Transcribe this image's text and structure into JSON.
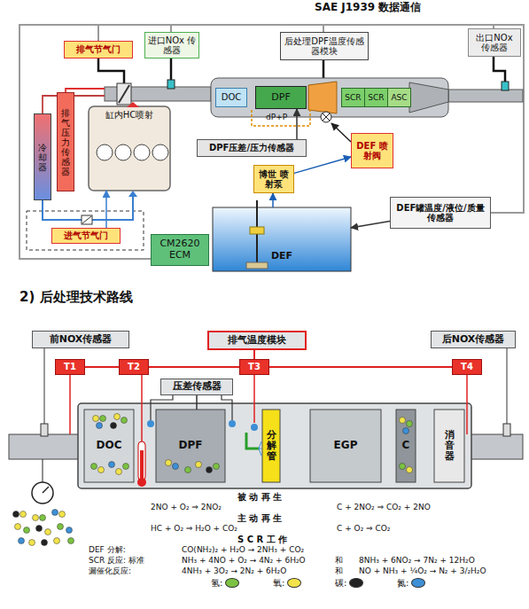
{
  "diagram": {
    "nodes": [
      {
        "text": [
          "排气节气门"
        ]
      },
      {
        "text": [
          "进口NOx 传感器"
        ]
      },
      {
        "text": [
          "后处理DPF温度传感器模块"
        ]
      },
      {
        "text": [
          "出口NOx 传感器"
        ]
      },
      {
        "text": [
          "DOC"
        ]
      },
      {
        "text": [
          "DPF"
        ]
      },
      {
        "text": [
          "SCR"
        ]
      },
      {
        "text": [
          "SCR"
        ]
      },
      {
        "text": [
          "ASC"
        ]
      },
      {
        "text": [
          "冷却器"
        ]
      },
      {
        "text": [
          "排气压力传感器"
        ]
      },
      {
        "text": [
          "缸内HC喷射"
        ]
      },
      {
        "text": [
          "DPF压差/压力传感器"
        ]
      },
      {
        "text": [
          "DEF 喷射阀"
        ]
      },
      {
        "text": [
          "博世 喷射泵"
        ]
      },
      {
        "text": [
          "DEF罐温度/液位/质量传感器"
        ]
      },
      {
        "text": [
          "DEF"
        ]
      },
      {
        "text": [
          "进气节气门"
        ]
      },
      {
        "text": [
          "CM2620 ECM"
        ]
      },
      {
        "text": [
          "前NOX传感器"
        ]
      },
      {
        "text": [
          "排气温度模块"
        ]
      },
      {
        "text": [
          "后NOX传感器"
        ]
      },
      {
        "text": [
          "T1"
        ]
      },
      {
        "text": [
          "T2"
        ]
      },
      {
        "text": [
          "T3"
        ]
      },
      {
        "text": [
          "T4"
        ]
      },
      {
        "text": [
          "压差传感器"
        ]
      },
      {
        "text": [
          "DOC"
        ]
      },
      {
        "text": [
          "DPF"
        ]
      },
      {
        "text": [
          "分解管"
        ]
      },
      {
        "text": [
          "EGP"
        ]
      },
      {
        "text": [
          "C"
        ]
      },
      {
        "text": [
          "消音器"
        ]
      }
    ],
    "edges": [
      {
        "from": 16,
        "to": 14,
        "arrow": "to"
      },
      {
        "from": 14,
        "to": 13,
        "arrow": "to"
      },
      {
        "from": 15,
        "to": 16,
        "arrow": "to"
      },
      {
        "from": 12,
        "to": 5,
        "arrow": "to"
      },
      {
        "from": 17,
        "to": 11,
        "arrow": "to"
      },
      {
        "from": 26,
        "to": 28,
        "arrow": "none"
      },
      {
        "from": 22,
        "to": 23,
        "arrow": "none"
      },
      {
        "from": 23,
        "to": 24,
        "arrow": "none"
      },
      {
        "from": 24,
        "to": 25,
        "arrow": "none"
      },
      {
        "from": 20,
        "to": 24,
        "arrow": "none"
      }
    ],
    "labels": [
      "SAE J1939 数据通信",
      "dP+P",
      "2) 后处理技术路线",
      "被 动 再 生",
      "2NO + O₂ ⇒ 2NO₂",
      "C + 2NO₂ ⇒ CO₂ + 2NO",
      "主 动 再 生",
      "HC + O₂ ⇒ H₂O + CO₂",
      "C + O₂ ⇒ CO₂",
      "S C R 工 作",
      "DEF 分解:",
      "CO(NH₂)₂ + H₂O → 2NH₃ + CO₂",
      "SCR 反应: 标准",
      "NH₃ + 4NO + O₂ → 4N₂ + 6H₂O",
      "和",
      "8NH₃ + 6NO₂ → 7N₂ + 12H₂O",
      "漏催化反应:",
      "4NH₃ + 3O₂ → 2N₂ + 6H₂O",
      "和",
      "NO + NH₃ + ¼O₂ → N₂ + 3/₂H₂O"
    ],
    "legend": [
      {
        "text": "氢:",
        "color": "#7cc242"
      },
      {
        "text": "氧:",
        "color": "#f2e34a"
      },
      {
        "text": "碳:",
        "color": "#222222"
      },
      {
        "text": "氮:",
        "color": "#3d8fd6"
      }
    ]
  }
}
